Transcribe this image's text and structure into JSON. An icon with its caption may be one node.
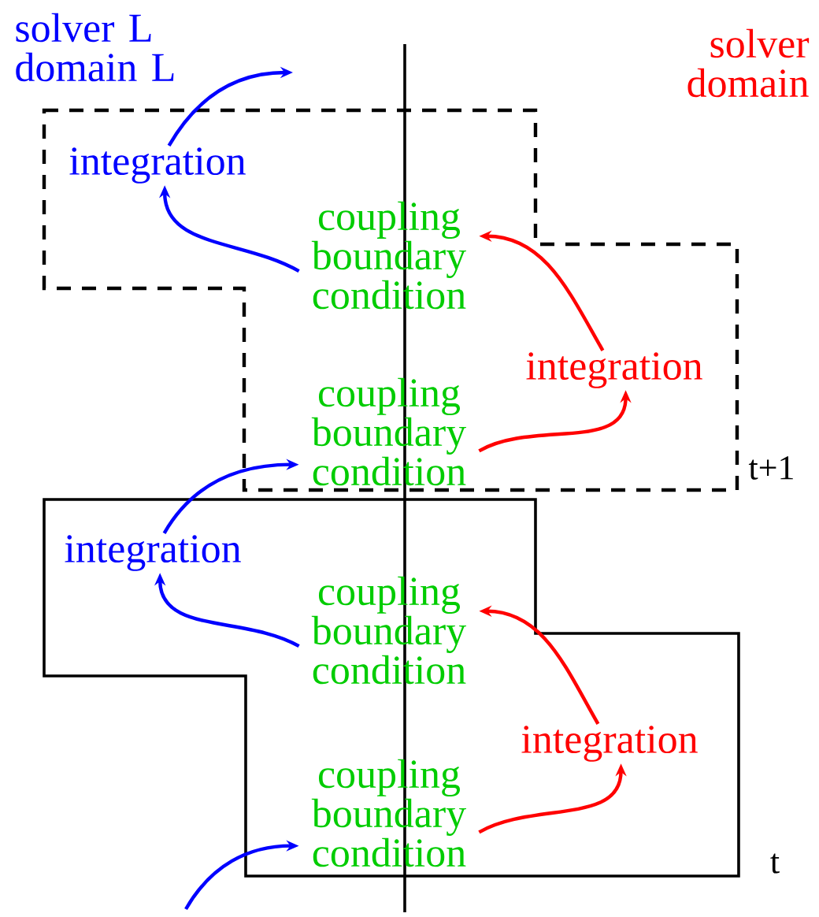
{
  "diagram": {
    "nodes": [
      {
        "text": [
          "solver L domain L"
        ]
      },
      {
        "text": [
          "solver domain"
        ]
      },
      {
        "text": [
          "integration"
        ]
      },
      {
        "text": [
          "coupling boundary condition"
        ]
      },
      {
        "text": [
          "integration"
        ]
      },
      {
        "text": [
          "coupling boundary condition"
        ]
      },
      {
        "text": [
          "integration"
        ]
      },
      {
        "text": [
          "coupling boundary condition"
        ]
      },
      {
        "text": [
          "integration"
        ]
      },
      {
        "text": [
          "coupling boundary condition"
        ]
      }
    ],
    "edges": [
      {
        "from": null,
        "to": 9,
        "arrow": "to"
      },
      {
        "from": 7,
        "to": 6,
        "arrow": "to"
      },
      {
        "from": 6,
        "to": 5,
        "arrow": "to"
      },
      {
        "from": 3,
        "to": 2,
        "arrow": "to"
      },
      {
        "from": 2,
        "to": null,
        "arrow": "to"
      },
      {
        "from": 9,
        "to": 8,
        "arrow": "to",
        "color": "#ff0000"
      },
      {
        "from": 8,
        "to": 7,
        "arrow": "to",
        "color": "#ff0000"
      },
      {
        "from": 5,
        "to": 4,
        "arrow": "to",
        "color": "#ff0000"
      },
      {
        "from": 4,
        "to": 3,
        "arrow": "to",
        "color": "#ff0000"
      }
    ],
    "labels": [
      "t+1",
      "t"
    ]
  }
}
